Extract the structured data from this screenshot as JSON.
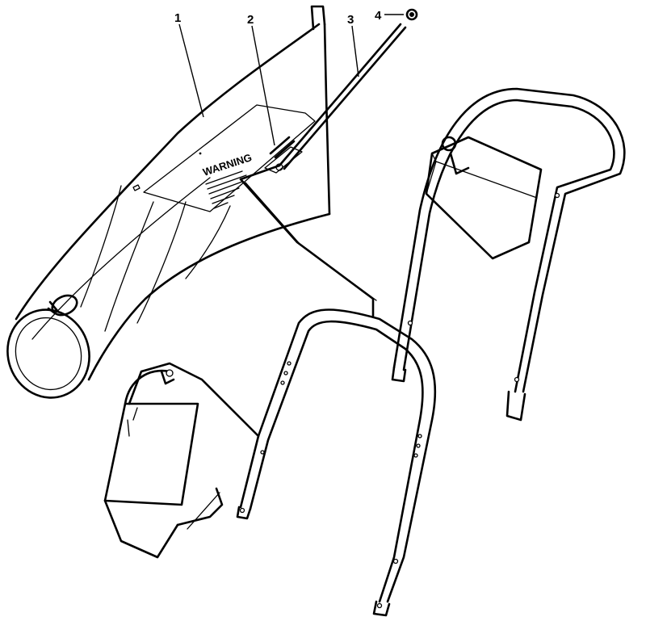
{
  "callouts": [
    {
      "id": "1",
      "label": "1"
    },
    {
      "id": "2",
      "label": "2"
    },
    {
      "id": "3",
      "label": "3"
    },
    {
      "id": "4",
      "label": "4"
    }
  ],
  "decal": {
    "text": "WARNING"
  }
}
